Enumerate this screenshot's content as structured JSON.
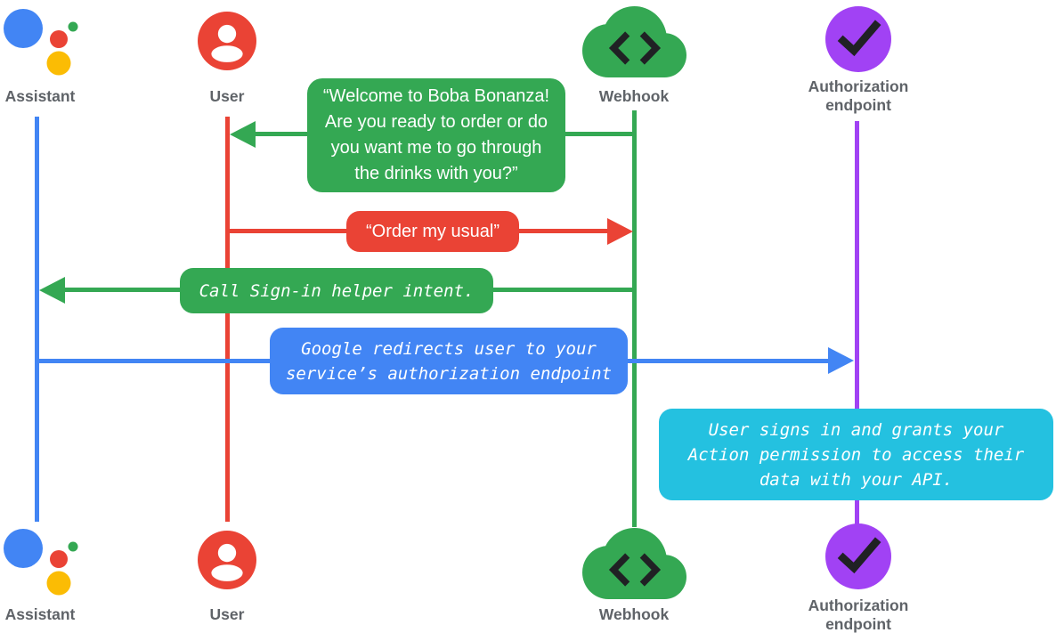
{
  "colors": {
    "blue": "#4285F4",
    "red": "#EA4335",
    "green": "#34A853",
    "yellow": "#FBBC04",
    "purple": "#A142F4",
    "cyan": "#24C1E0",
    "label_gray": "#5F6368",
    "icon_glyph_dark": "#202124",
    "background": "#FFFFFF"
  },
  "actors": [
    {
      "id": "assistant",
      "label": "Assistant",
      "icon": "google-assistant-icon",
      "color": "#4285F4"
    },
    {
      "id": "user",
      "label": "User",
      "icon": "user-icon",
      "color": "#EA4335"
    },
    {
      "id": "webhook",
      "label": "Webhook",
      "icon": "cloud-code-icon",
      "color": "#34A853"
    },
    {
      "id": "authorization-endpoint",
      "label": "Authorization endpoint",
      "icon": "check-circle-icon",
      "color": "#A142F4"
    }
  ],
  "messages": [
    {
      "from": "webhook",
      "to": "user",
      "kind": "speech",
      "color": "#34A853",
      "text": "“Welcome to Boba Bonanza!\nAre you ready to order or do\nyou want me to go through\nthe drinks with you?”"
    },
    {
      "from": "user",
      "to": "webhook",
      "kind": "speech",
      "color": "#EA4335",
      "text": "“Order my usual”"
    },
    {
      "from": "webhook",
      "to": "assistant",
      "kind": "code",
      "color": "#34A853",
      "text": "Call Sign-in helper intent."
    },
    {
      "from": "assistant",
      "to": "authorization-endpoint",
      "kind": "code",
      "color": "#4285F4",
      "text": "Google redirects user to your\nservice’s authorization endpoint"
    },
    {
      "at": "authorization-endpoint",
      "kind": "code-note",
      "color": "#24C1E0",
      "text": "User signs in and grants your\nAction permission to access their\ndata with your API."
    }
  ]
}
